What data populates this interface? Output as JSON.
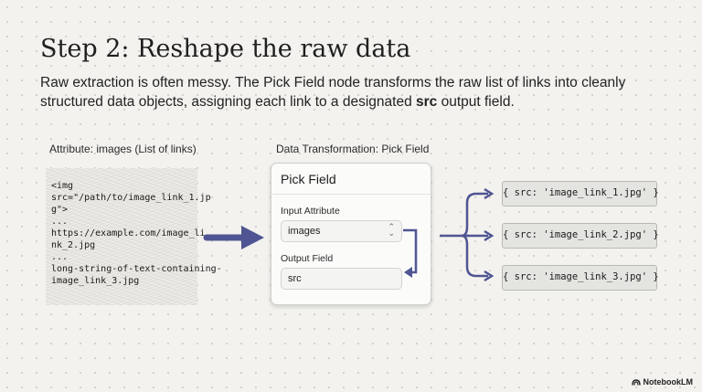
{
  "title": "Step 2: Reshape the raw data",
  "subtitle": {
    "part1": "Raw extraction is often messy. The Pick Field node transforms the raw list of links into cleanly structured data objects, assigning each link to a designated ",
    "bold": "src",
    "part2": " output field."
  },
  "left_panel": {
    "label": "Attribute: images (List of links)",
    "lines": [
      "<img",
      "src=\"/path/to/image_link_1.jp",
      "g\">",
      "...",
      "https://example.com/image_li",
      "nk_2.jpg",
      "...",
      "long-string-of-text-containing-",
      "image_link_3.jpg"
    ]
  },
  "middle_panel": {
    "label": "Data Transformation: Pick Field",
    "card_title": "Pick Field",
    "input_attribute_label": "Input Attribute",
    "input_attribute_value": "images",
    "output_field_label": "Output Field",
    "output_field_value": "src"
  },
  "outputs": [
    "{ src: 'image_link_1.jpg' }",
    "{ src: 'image_link_2.jpg' }",
    "{ src: 'image_link_3.jpg' }"
  ],
  "branding": "NotebookLM",
  "colors": {
    "arrow": "#4f5592",
    "background": "#f3f2ee"
  }
}
